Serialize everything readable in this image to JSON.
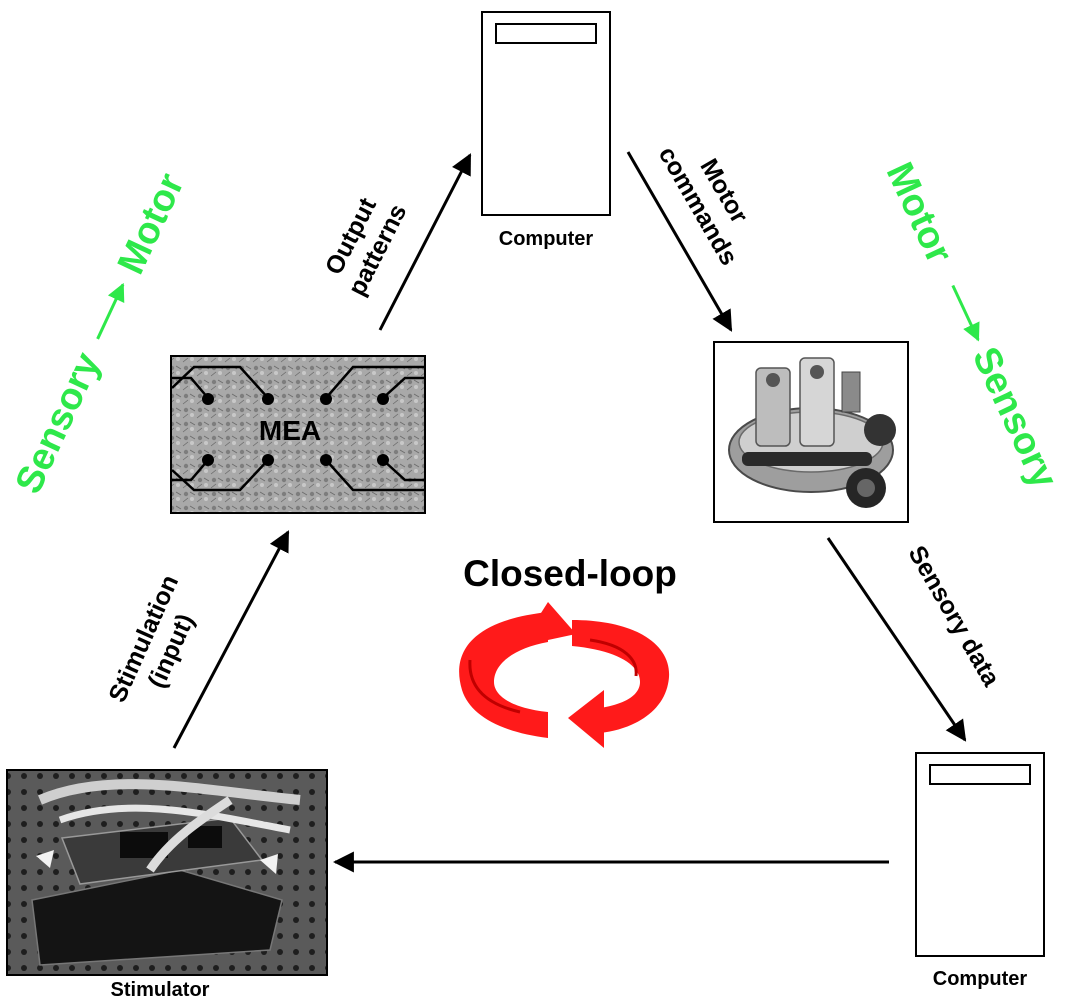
{
  "colors": {
    "accent_green": "#2ee84a",
    "loop_red": "#ff1a1a",
    "line": "#000000"
  },
  "nodes": {
    "computer_top": {
      "label": "Computer",
      "icon": "computer-tower-icon"
    },
    "robot": {
      "icon": "robot-photo"
    },
    "computer_bottom": {
      "label": "Computer",
      "icon": "computer-tower-icon"
    },
    "stimulator": {
      "label": "Stimulator",
      "icon": "stimulator-board-photo"
    },
    "mea": {
      "label": "MEA",
      "icon": "mea-culture-photo"
    }
  },
  "edges": {
    "output_patterns": [
      "Output",
      "patterns"
    ],
    "motor_commands": [
      "Motor",
      "commands"
    ],
    "sensory_data": "Sensory data",
    "stimulation_input": [
      "Stimulation",
      "(input)"
    ]
  },
  "side_labels": {
    "left": {
      "from": "Sensory",
      "to": "Motor"
    },
    "right": {
      "from": "Motor",
      "to": "Sensory"
    }
  },
  "center": {
    "title": "Closed-loop",
    "icon": "circular-arrows-icon"
  }
}
